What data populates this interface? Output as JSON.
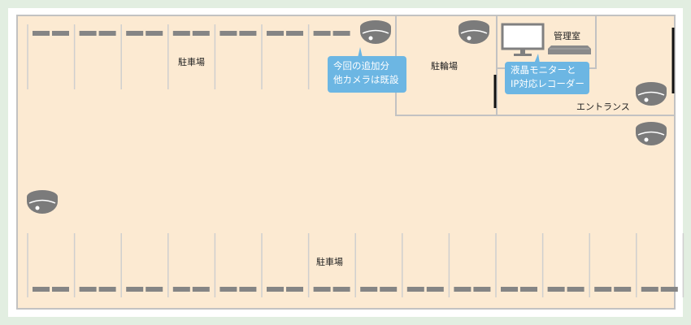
{
  "labels": {
    "parking_top": "駐車場",
    "parking_bottom": "駐車場",
    "bicycle_parking": "駐輪場",
    "management_room": "管理室",
    "entrance": "エントランス"
  },
  "callouts": {
    "new_camera": {
      "line1": "今回の追加分",
      "line2": "他カメラは既設"
    },
    "recorder": {
      "line1": "液晶モニターと",
      "line2": "IP対応レコーダー"
    }
  },
  "colors": {
    "background": "#e2eee1",
    "floor": "#fcead2",
    "wall": "#c2c2c2",
    "callout": "#6cb6e3",
    "camera": "#7b7b7b"
  },
  "counts": {
    "top_stalls": 7,
    "bottom_stalls": 14,
    "cameras": 5
  }
}
